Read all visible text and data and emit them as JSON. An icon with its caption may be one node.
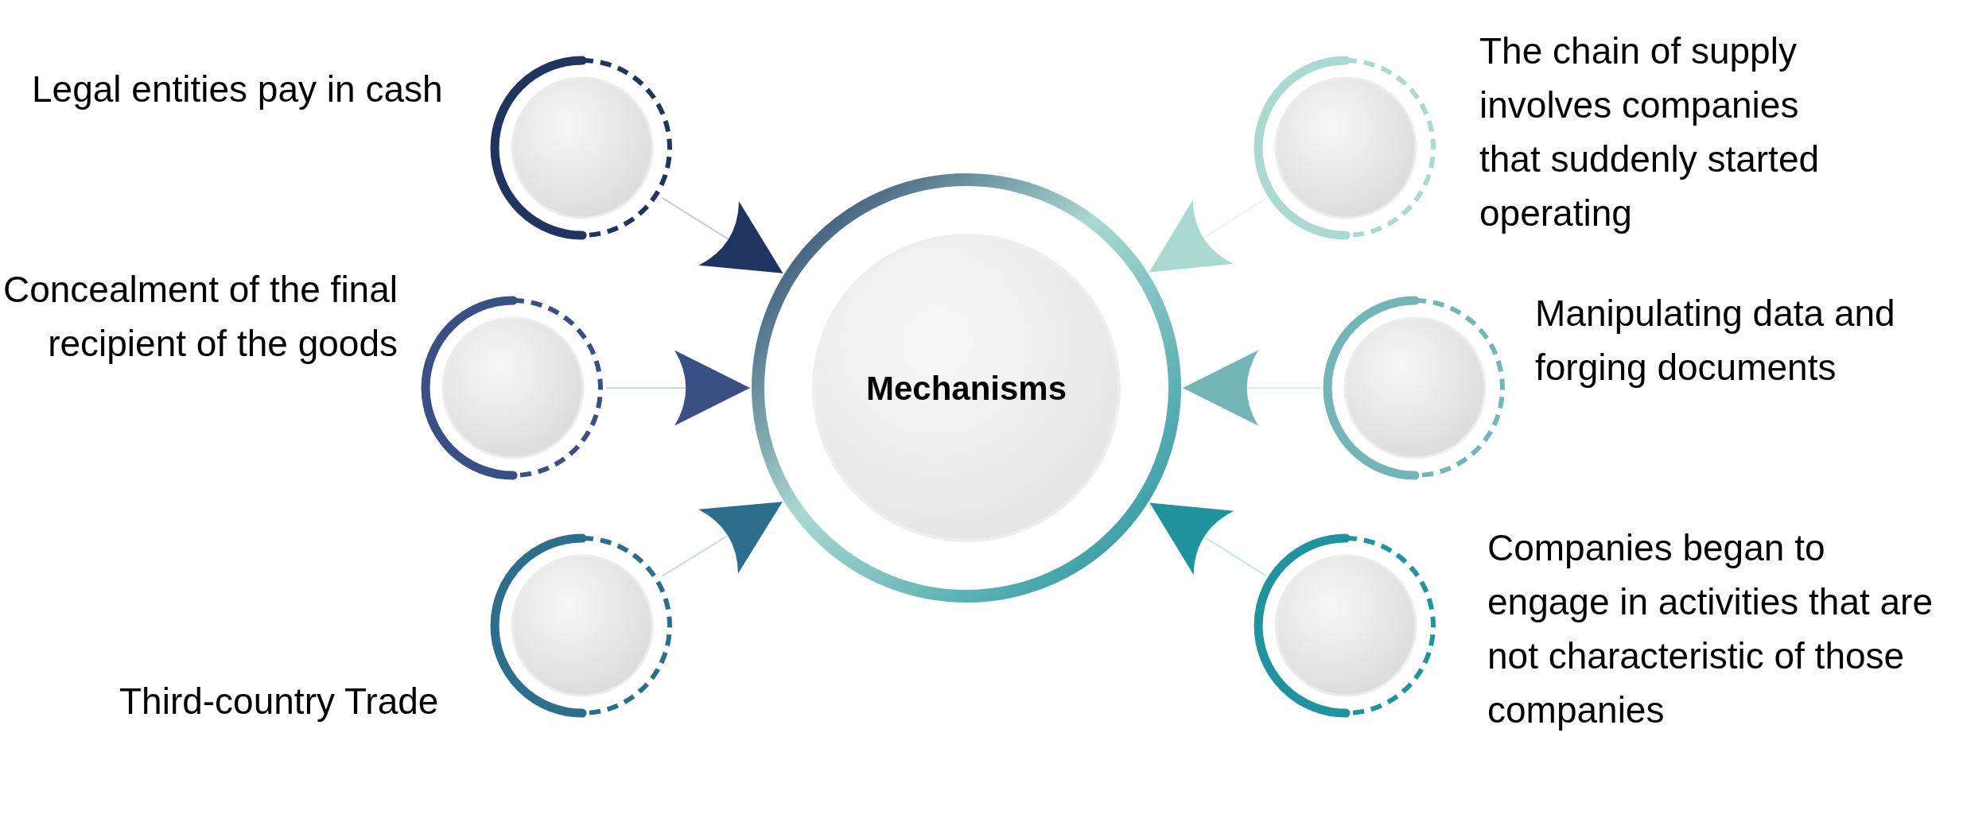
{
  "diagram": {
    "nodes": [
      {
        "text": [],
        "shape": "circle",
        "beside": [
          "Legal entities pay in cash"
        ]
      },
      {
        "text": [],
        "shape": "circle",
        "beside": [
          "The chain of supply involves companies that suddenly started operating"
        ]
      },
      {
        "text": [],
        "shape": "circle",
        "beside": [
          "Concealment of the final recipient of the goods"
        ]
      },
      {
        "text": [
          "Mechanisms"
        ]
      },
      {
        "text": [],
        "shape": "circle",
        "beside": [
          "Manipulating data and forging documents"
        ]
      },
      {
        "text": [],
        "shape": "circle",
        "beside": [
          "Third-country Trade"
        ]
      },
      {
        "text": [],
        "shape": "circle",
        "beside": [
          "Companies began to engage in activities that are not characteristic of those companies"
        ]
      }
    ],
    "edges": [
      {
        "from": 0,
        "to": 3,
        "arrow": "to",
        "color": "#1f3560"
      },
      {
        "from": 1,
        "to": 3,
        "arrow": "to",
        "color": "#a9d9d0"
      },
      {
        "from": 2,
        "to": 3,
        "arrow": "to",
        "color": "#3a4f83"
      },
      {
        "from": 4,
        "to": 3,
        "arrow": "to",
        "color": "#74b6b8"
      },
      {
        "from": 5,
        "to": 3,
        "arrow": "to",
        "color": "#2e6e8d"
      },
      {
        "from": 6,
        "to": 3,
        "arrow": "to",
        "color": "#21939f"
      }
    ]
  }
}
